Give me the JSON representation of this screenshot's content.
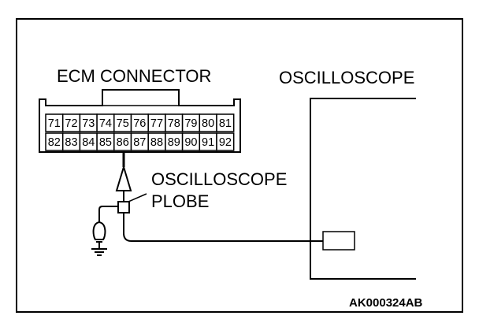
{
  "labels": {
    "ecm_connector": "ECM CONNECTOR",
    "oscilloscope": "OSCILLOSCOPE",
    "probe_line1": "OSCILLOSCOPE",
    "probe_line2": "PLOBE",
    "figure_code": "AK000324AB"
  },
  "connector": {
    "top_row": [
      "71",
      "72",
      "73",
      "74",
      "75",
      "76",
      "77",
      "78",
      "79",
      "80",
      "81"
    ],
    "bottom_row": [
      "82",
      "83",
      "84",
      "85",
      "86",
      "87",
      "88",
      "89",
      "90",
      "91",
      "92"
    ],
    "probed_pin": "86"
  },
  "colors": {
    "line": "#000000",
    "background": "#ffffff"
  }
}
